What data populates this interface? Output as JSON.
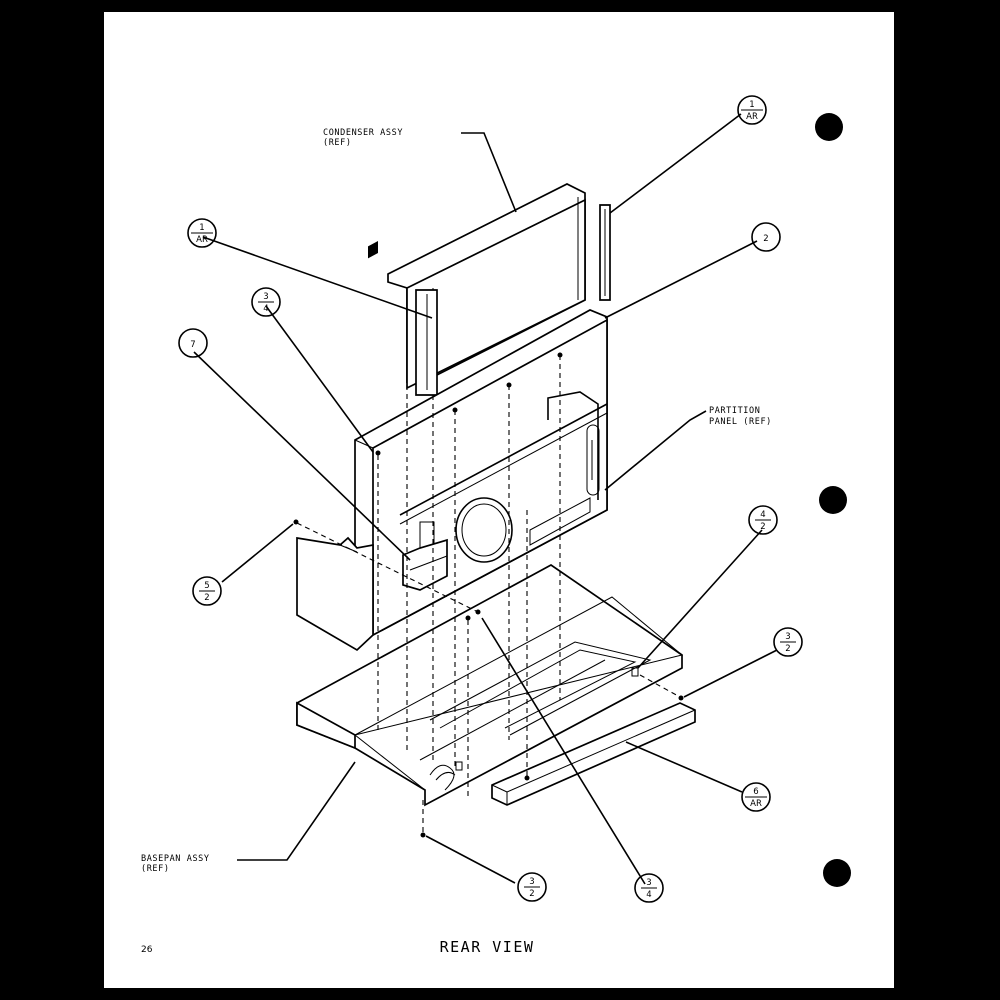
{
  "diagram": {
    "title": "REAR VIEW",
    "page_number": "26",
    "labels": {
      "condenser_line1": "CONDENSER ASSY",
      "condenser_line2": "(REF)",
      "partition_line1": "PARTITION",
      "partition_line2": "PANEL (REF)",
      "basepan_line1": "BASEPAN ASSY",
      "basepan_line2": "(REF)"
    },
    "callouts": [
      {
        "id": "c-1-ar-top",
        "top": "1",
        "bottom": "AR"
      },
      {
        "id": "c-1-ar-left",
        "top": "1",
        "bottom": "AR"
      },
      {
        "id": "c-2",
        "top": "2",
        "bottom": ""
      },
      {
        "id": "c-3-4-upper",
        "top": "3",
        "bottom": "4"
      },
      {
        "id": "c-7",
        "top": "7",
        "bottom": ""
      },
      {
        "id": "c-5-2",
        "top": "5",
        "bottom": "2"
      },
      {
        "id": "c-4-2",
        "top": "4",
        "bottom": "2"
      },
      {
        "id": "c-3-2-right",
        "top": "3",
        "bottom": "2"
      },
      {
        "id": "c-6-ar",
        "top": "6",
        "bottom": "AR"
      },
      {
        "id": "c-3-2-bottom",
        "top": "3",
        "bottom": "2"
      },
      {
        "id": "c-3-4-bottom",
        "top": "3",
        "bottom": "4"
      }
    ]
  }
}
